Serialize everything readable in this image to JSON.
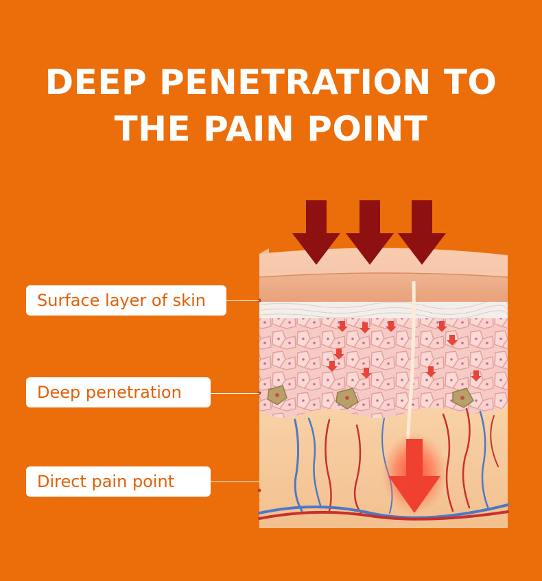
{
  "title": {
    "line1": "DEEP PENETRATION TO",
    "line2": "THE PAIN POINT"
  },
  "labels": {
    "surface": "Surface layer of skin",
    "deep": "Deep penetration",
    "direct": "Direct pain point"
  },
  "icons": {
    "top_arrow": "down-arrow-icon",
    "penetration_arrow": "red-down-arrow-icon"
  },
  "colors": {
    "background": "#EC6E0A",
    "label_text": "#E0600A",
    "arrow": "#8E1010",
    "skin_surface": "#E8A57E",
    "cell_layer": "#F6C9C3",
    "dermis": "#F7CFA2",
    "vein": "#4C78C4",
    "artery": "#C8302A"
  }
}
